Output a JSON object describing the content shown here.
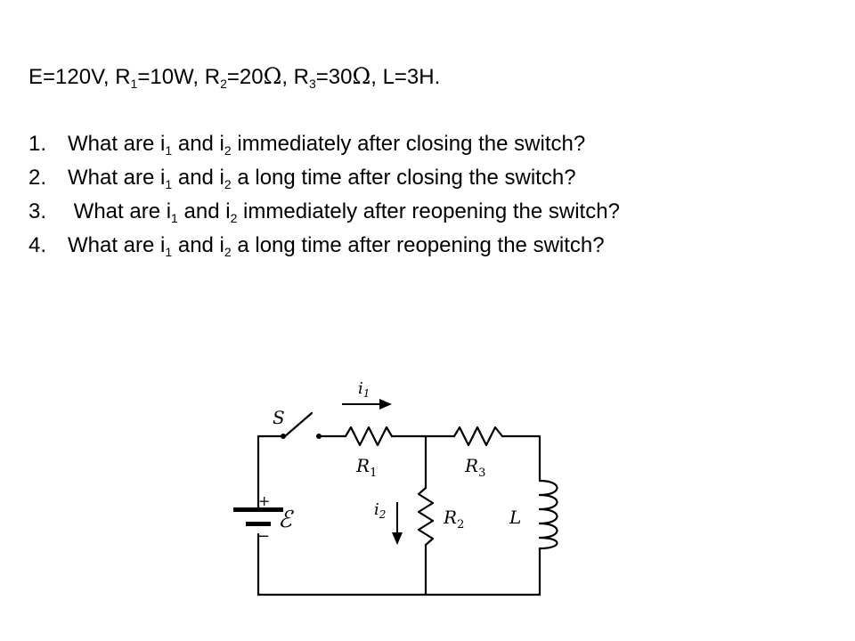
{
  "given": {
    "e_text": "E=120V, R",
    "r1_sub": "1",
    "r1_text": "=10W, R",
    "r2_sub": "2",
    "r2_text": "=20",
    "omega": "Ω",
    "r3_pre": ", R",
    "r3_sub": "3",
    "r3_text": "=30",
    "l_text": ", L=3H."
  },
  "questions": [
    {
      "num": "1.",
      "pre": "What are i",
      "s1": "1",
      "mid": " and i",
      "s2": "2",
      "post": " immediately after closing the switch?"
    },
    {
      "num": "2.",
      "pre": "What are i",
      "s1": "1",
      "mid": " and i",
      "s2": "2",
      "post": " a long time after closing the switch?"
    },
    {
      "num": "3.",
      "pre": " What are i",
      "s1": "1",
      "mid": " and i",
      "s2": "2",
      "post": " immediately after reopening the switch?"
    },
    {
      "num": "4.",
      "pre": "What are i",
      "s1": "1",
      "mid": " and i",
      "s2": "2",
      "post": " a long time after reopening the switch?"
    }
  ],
  "circuit": {
    "switch_label": "S",
    "emf_label": "ℰ",
    "plus": "+",
    "minus": "−",
    "r1_label": "R",
    "r1_sub": "1",
    "r2_label": "R",
    "r2_sub": "2",
    "r3_label": "R",
    "r3_sub": "3",
    "l_label": "L",
    "i1_label": "i",
    "i1_sub": "1",
    "i2_label": "i",
    "i2_sub": "2"
  }
}
